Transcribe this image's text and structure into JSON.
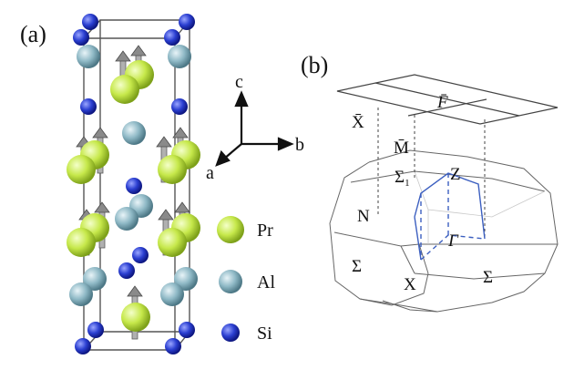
{
  "panels": {
    "a": {
      "label": "(a)"
    },
    "b": {
      "label": "(b)"
    }
  },
  "axes": {
    "c": "c",
    "a": "a",
    "b": "b"
  },
  "legend": [
    {
      "label": "Pr",
      "color": "#c6e84a"
    },
    {
      "label": "Al",
      "color": "#8fb9c6"
    },
    {
      "label": "Si",
      "color": "#2b3fd1"
    }
  ],
  "bz_labels": {
    "F_bar": "F̄",
    "X_bar": "X̄",
    "M_bar": "M̄",
    "Sigma1": "Σ",
    "Sigma1_sub": "1",
    "Z": "Z",
    "N": "N",
    "Gamma": "Γ",
    "Sigma_left": "Σ",
    "X": "X",
    "Sigma": "Σ"
  },
  "colors": {
    "pr": "#c6e84a",
    "al": "#8fb9c6",
    "si": "#2b3fd1",
    "moment_arrow": "#8a8a8a",
    "path_line": "#3c5fc0",
    "cell_line": "#444444"
  },
  "icons": {
    "moment": "magnetic-moment-arrow-icon"
  }
}
